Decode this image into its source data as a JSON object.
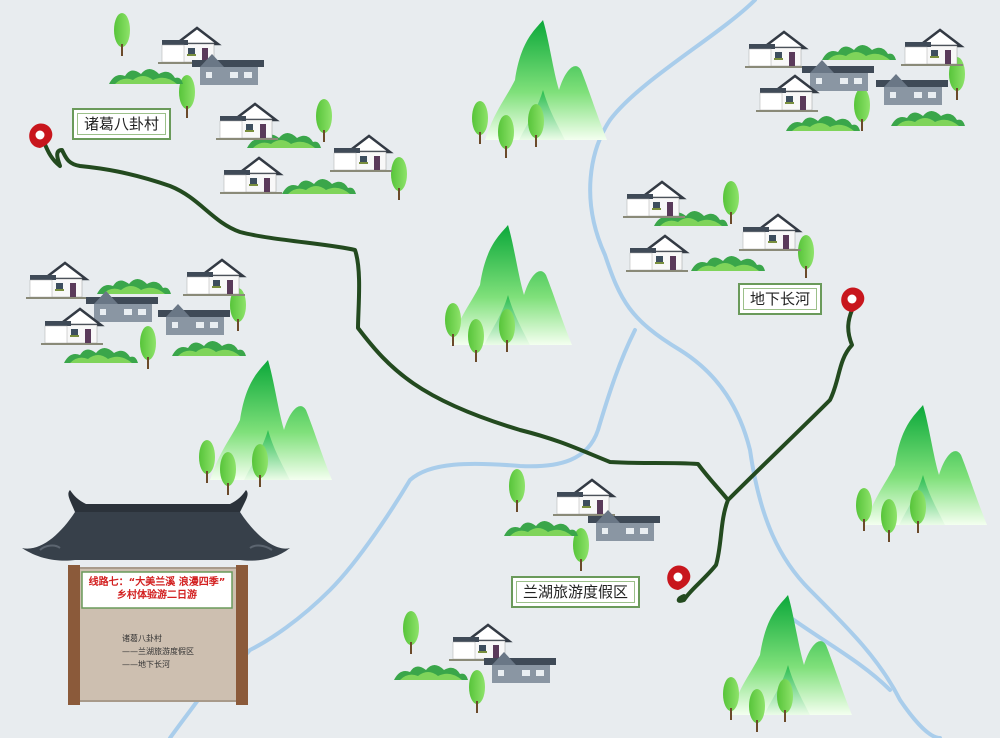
{
  "map": {
    "background": "#e8ecef",
    "river_color": "#a9cdeb",
    "route_color": "#234a1f",
    "marker_color": "#c8161d",
    "icons": [
      "house-icon",
      "tree-icon",
      "mountain-icon",
      "bush-icon",
      "location-pin-icon",
      "gate-roof-icon"
    ]
  },
  "places": [
    {
      "id": "zhuge",
      "name": "诸葛八卦村"
    },
    {
      "id": "dixia",
      "name": "地下长河"
    },
    {
      "id": "lanhu",
      "name": "兰湖旅游度假区"
    }
  ],
  "board": {
    "title_line1": "线路七：“大美兰溪 浪漫四季”",
    "title_line2": "乡村体验游二日游",
    "route_items": [
      "诸葛八卦村",
      "——兰湖旅游度假区",
      "——地下长河"
    ]
  }
}
